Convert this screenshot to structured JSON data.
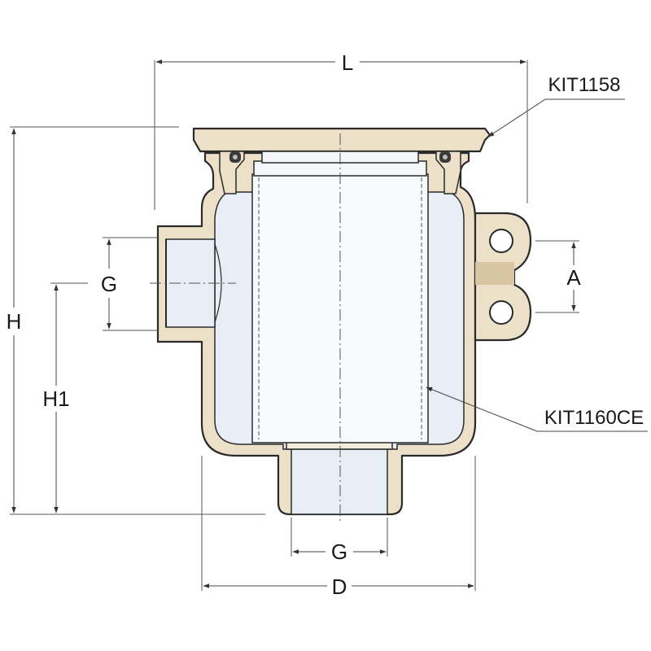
{
  "colors": {
    "bronze": "#ede0c8",
    "bronze_shade": "#d8c6a2",
    "glass": "#e8eef5",
    "glass_highlight": "#f7fafc",
    "outline": "#2a2a2a",
    "seal": "#3a3a3a"
  },
  "labels": {
    "length": "L",
    "height": "H",
    "height_to_inlet": "H1",
    "thread_side": "G",
    "thread_bottom": "G",
    "mount_spacing": "A",
    "diameter": "D",
    "lid_kit": "KIT1158",
    "filter_kit": "KIT1160CE"
  }
}
